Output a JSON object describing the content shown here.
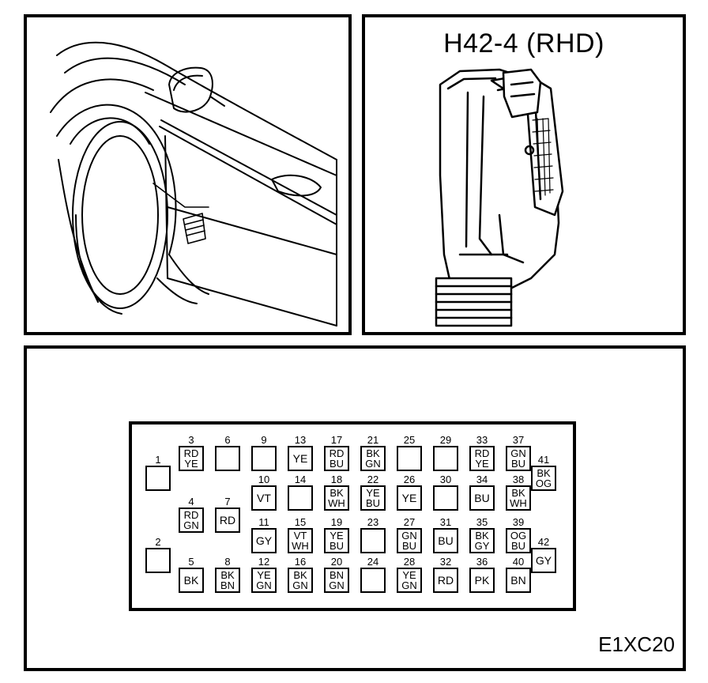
{
  "connector_title": "H42-4 (RHD)",
  "figure_code": "E1XC20",
  "pins": [
    {
      "num": "1",
      "color": ""
    },
    {
      "num": "2",
      "color": ""
    },
    {
      "num": "3",
      "color": "RD\nYE"
    },
    {
      "num": "4",
      "color": "RD\nGN"
    },
    {
      "num": "5",
      "color": "BK"
    },
    {
      "num": "6",
      "color": ""
    },
    {
      "num": "7",
      "color": "RD"
    },
    {
      "num": "8",
      "color": "BK\nBN"
    },
    {
      "num": "9",
      "color": ""
    },
    {
      "num": "10",
      "color": "VT"
    },
    {
      "num": "11",
      "color": "GY"
    },
    {
      "num": "12",
      "color": "YE\nGN"
    },
    {
      "num": "13",
      "color": "YE"
    },
    {
      "num": "14",
      "color": ""
    },
    {
      "num": "15",
      "color": "VT\nWH"
    },
    {
      "num": "16",
      "color": "BK\nGN"
    },
    {
      "num": "17",
      "color": "RD\nBU"
    },
    {
      "num": "18",
      "color": "BK\nWH"
    },
    {
      "num": "19",
      "color": "YE\nBU"
    },
    {
      "num": "20",
      "color": "BN\nGN"
    },
    {
      "num": "21",
      "color": "BK\nGN"
    },
    {
      "num": "22",
      "color": "YE\nBU"
    },
    {
      "num": "23",
      "color": ""
    },
    {
      "num": "24",
      "color": ""
    },
    {
      "num": "25",
      "color": ""
    },
    {
      "num": "26",
      "color": "YE"
    },
    {
      "num": "27",
      "color": "GN\nBU"
    },
    {
      "num": "28",
      "color": "YE\nGN"
    },
    {
      "num": "29",
      "color": ""
    },
    {
      "num": "30",
      "color": ""
    },
    {
      "num": "31",
      "color": "BU"
    },
    {
      "num": "32",
      "color": "RD"
    },
    {
      "num": "33",
      "color": "RD\nYE"
    },
    {
      "num": "34",
      "color": "BU"
    },
    {
      "num": "35",
      "color": "BK\nGY"
    },
    {
      "num": "36",
      "color": "PK"
    },
    {
      "num": "37",
      "color": "GN\nBU"
    },
    {
      "num": "38",
      "color": "BK\nWH"
    },
    {
      "num": "39",
      "color": "OG\nBU"
    },
    {
      "num": "40",
      "color": "BN"
    },
    {
      "num": "41",
      "color": "BK\nOG"
    },
    {
      "num": "42",
      "color": "GY"
    }
  ]
}
